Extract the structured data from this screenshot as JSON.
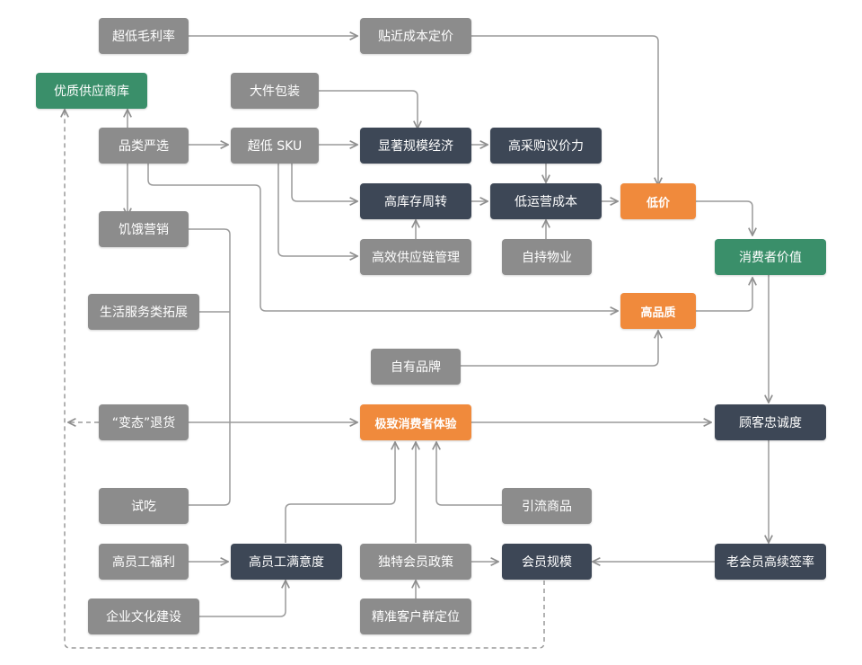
{
  "nodes": {
    "ultra_low_margin": "超低毛利率",
    "near_cost_pricing": "贴近成本定价",
    "quality_supplier_pool": "优质供应商库",
    "bulk_packaging": "大件包装",
    "category_selection": "品类严选",
    "ultra_low_sku": "超低 SKU",
    "economies_of_scale": "显著规模经济",
    "high_bargaining_power": "高采购议价力",
    "high_inventory_turnover": "高库存周转",
    "low_operating_cost": "低运营成本",
    "low_price": "低价",
    "hunger_marketing": "饥饿营销",
    "efficient_supply_chain": "高效供应链管理",
    "owned_property": "自持物业",
    "consumer_value": "消费者价值",
    "life_services_expansion": "生活服务类拓展",
    "high_quality": "高品质",
    "private_brand": "自有品牌",
    "liberal_returns": "“变态”退货",
    "ultimate_experience": "极致消费者体验",
    "customer_loyalty": "顾客忠诚度",
    "free_tasting": "试吃",
    "traffic_products": "引流商品",
    "employee_benefits": "高员工福利",
    "employee_satisfaction": "高员工满意度",
    "unique_membership_policy": "独特会员政策",
    "membership_scale": "会员规模",
    "high_renewal_rate": "老会员高续签率",
    "corporate_culture": "企业文化建设",
    "precise_customer_targeting": "精准客户群定位"
  },
  "colors": {
    "gray": "#8c8c8c",
    "dark": "#3d4756",
    "orange": "#f08a3c",
    "green": "#3a8f6a",
    "line": "#9a9a9a"
  }
}
